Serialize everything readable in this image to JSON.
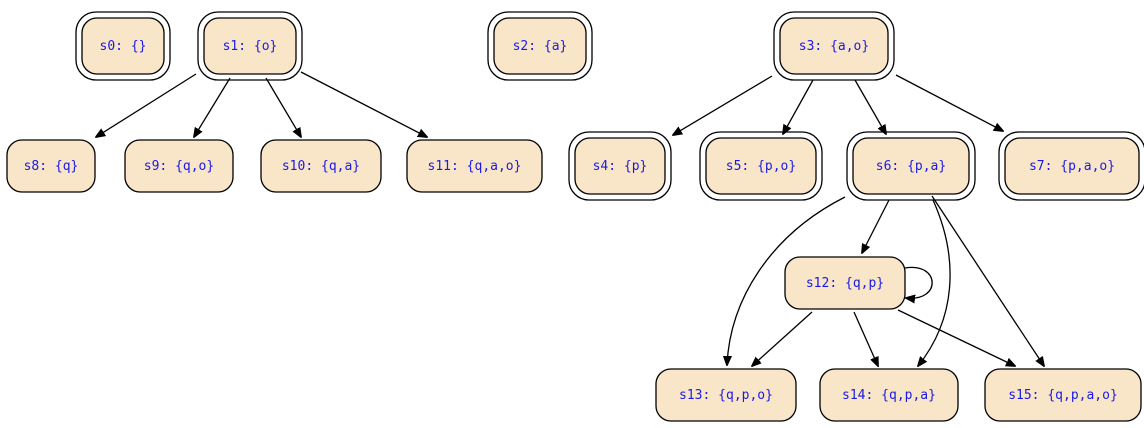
{
  "diagram": {
    "nodes": [
      {
        "id": "s0",
        "label": "s0: {}",
        "accepting": true
      },
      {
        "id": "s1",
        "label": "s1: {o}",
        "accepting": true
      },
      {
        "id": "s2",
        "label": "s2: {a}",
        "accepting": true
      },
      {
        "id": "s3",
        "label": "s3: {a,o}",
        "accepting": true
      },
      {
        "id": "s8",
        "label": "s8: {q}",
        "accepting": false
      },
      {
        "id": "s9",
        "label": "s9: {q,o}",
        "accepting": false
      },
      {
        "id": "s10",
        "label": "s10: {q,a}",
        "accepting": false
      },
      {
        "id": "s11",
        "label": "s11: {q,a,o}",
        "accepting": false
      },
      {
        "id": "s4",
        "label": "s4: {p}",
        "accepting": true
      },
      {
        "id": "s5",
        "label": "s5: {p,o}",
        "accepting": true
      },
      {
        "id": "s6",
        "label": "s6: {p,a}",
        "accepting": true
      },
      {
        "id": "s7",
        "label": "s7: {p,a,o}",
        "accepting": true
      },
      {
        "id": "s12",
        "label": "s12: {q,p}",
        "accepting": false
      },
      {
        "id": "s13",
        "label": "s13: {q,p,o}",
        "accepting": false
      },
      {
        "id": "s14",
        "label": "s14: {q,p,a}",
        "accepting": false
      },
      {
        "id": "s15",
        "label": "s15: {q,p,a,o}",
        "accepting": false
      }
    ],
    "edges": [
      {
        "from": "s1",
        "to": "s8"
      },
      {
        "from": "s1",
        "to": "s9"
      },
      {
        "from": "s1",
        "to": "s10"
      },
      {
        "from": "s1",
        "to": "s11"
      },
      {
        "from": "s3",
        "to": "s4"
      },
      {
        "from": "s3",
        "to": "s5"
      },
      {
        "from": "s3",
        "to": "s6"
      },
      {
        "from": "s3",
        "to": "s7"
      },
      {
        "from": "s6",
        "to": "s12"
      },
      {
        "from": "s6",
        "to": "s13"
      },
      {
        "from": "s6",
        "to": "s14"
      },
      {
        "from": "s6",
        "to": "s15"
      },
      {
        "from": "s12",
        "to": "s12"
      },
      {
        "from": "s12",
        "to": "s13"
      },
      {
        "from": "s12",
        "to": "s14"
      },
      {
        "from": "s12",
        "to": "s15"
      }
    ]
  },
  "colors": {
    "node_fill": "#f9e5c7",
    "node_stroke": "#000000",
    "label_text": "#1a1ae6",
    "edge": "#000000"
  }
}
